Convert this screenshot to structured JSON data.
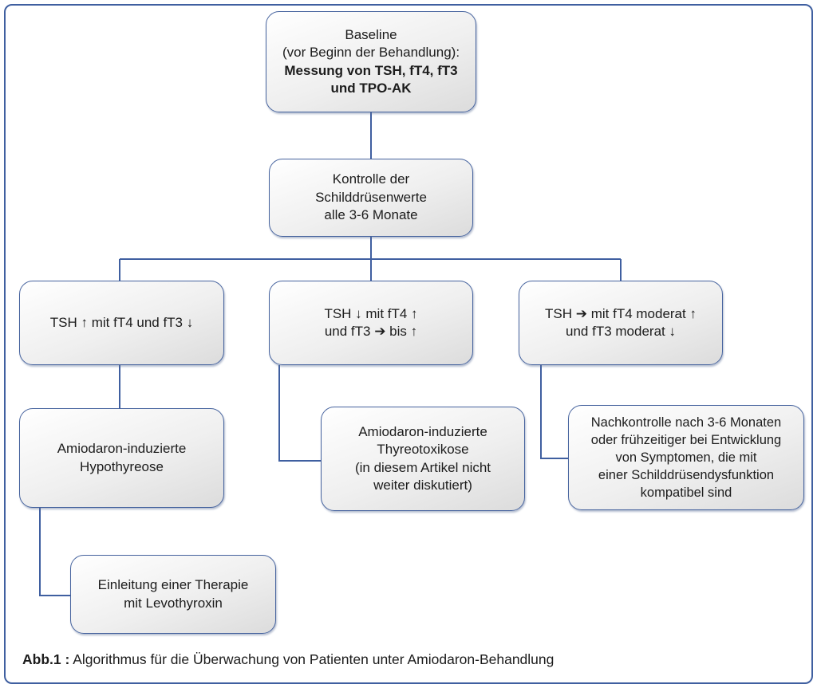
{
  "colors": {
    "line_blue": "#3f5fa0",
    "box_border_blue": "#46639e",
    "box_fill_top": "#ffffff",
    "box_fill_bottom": "#dcdcdc",
    "text": "#1c1c1c"
  },
  "nodes": {
    "baseline": {
      "lines": [
        "Baseline",
        "(vor Beginn der Behandlung):",
        "Messung von TSH, fT4, fT3",
        "und TPO-AK"
      ]
    },
    "kontrolle": {
      "lines": [
        "Kontrolle der",
        "Schilddrüsenwerte",
        "alle 3-6 Monate"
      ]
    },
    "tsh_hoch": {
      "lines": [
        "TSH ↑ mit fT4 und fT3 ↓"
      ]
    },
    "tsh_niedrig": {
      "lines": [
        "TSH ↓ mit fT4 ↑",
        "und fT3 ➔ bis ↑"
      ]
    },
    "tsh_normal": {
      "lines": [
        "TSH ➔ mit fT4 moderat ↑",
        "und fT3 moderat ↓"
      ]
    },
    "hypothyreose": {
      "lines": [
        "Amiodaron-induzierte",
        "Hypothyreose"
      ]
    },
    "thyreotoxikose": {
      "lines": [
        "Amiodaron-induzierte",
        "Thyreotoxikose",
        "(in diesem Artikel nicht",
        "weiter diskutiert)"
      ]
    },
    "nachkontrolle": {
      "lines": [
        "Nachkontrolle nach 3-6 Monaten",
        "oder frühzeitiger bei Entwicklung",
        "von Symptomen, die mit",
        "einer Schilddrüsendysfunktion",
        "kompatibel sind"
      ]
    },
    "therapie": {
      "lines": [
        "Einleitung einer Therapie",
        "mit Levothyroxin"
      ]
    }
  },
  "caption": {
    "label": "Abb.1 :",
    "text": "Algorithmus für die Überwachung von Patienten unter Amiodaron-Behandlung"
  }
}
